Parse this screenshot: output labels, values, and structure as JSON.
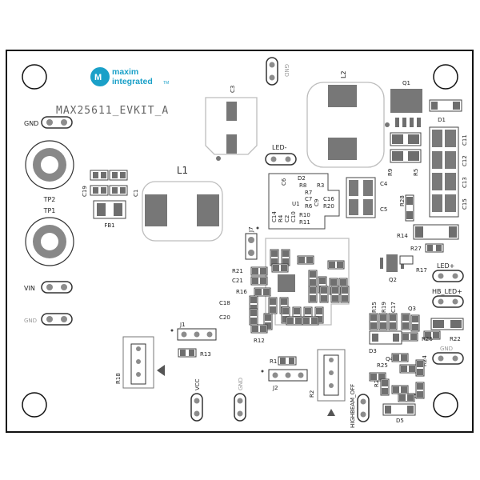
{
  "board": {
    "title": "MAX25611_EVKIT_A",
    "logo": {
      "line1": "maxim",
      "line2": "integrated",
      "tm": "TM"
    }
  },
  "labels": {
    "gnd_tp": "GND",
    "tp2": "TP2",
    "tp1": "TP1",
    "vin": "VIN",
    "gnd_bl": "GND",
    "c19": "C19",
    "c1": "C1",
    "fb1": "FB1",
    "l1": "L1",
    "c3": "C3",
    "gnd_top": "GND",
    "led_minus": "LED-",
    "l2": "L2",
    "q1": "Q1",
    "d1": "D1",
    "c11": "C11",
    "c12": "C12",
    "c13": "C13",
    "c15": "C15",
    "r9": "R9",
    "r5": "R5",
    "c4": "C4",
    "c5": "C5",
    "r28": "R28",
    "r14": "R14",
    "c6": "C6",
    "d2": "D2",
    "r8": "R8",
    "r3": "R3",
    "r7": "R7",
    "c7": "C7",
    "c16": "C16",
    "u1": "U1",
    "c9": "C9",
    "r6": "R6",
    "r20": "R20",
    "c14": "C14",
    "r4": "R4",
    "c2": "C2",
    "c10": "C10",
    "r10": "R10",
    "r11": "R11",
    "j7": "J7",
    "r21": "R21",
    "c21": "C21",
    "r16": "R16",
    "c18": "C18",
    "c20": "C20",
    "r12": "R12",
    "r27": "R27",
    "led_plus": "LED+",
    "r17": "R17",
    "q2": "Q2",
    "hb_led": "HB_LED+",
    "r15": "R15",
    "r19": "R19",
    "c17": "C17",
    "q3": "Q3",
    "r26": "R26",
    "r22": "R22",
    "d3": "D3",
    "gnd_r": "GND",
    "q4": "Q4",
    "r25": "R25",
    "r24": "R24",
    "r23": "R23",
    "q5": "Q5",
    "d5": "D5",
    "j1": "J1",
    "r13": "R13",
    "r18": "R18",
    "vcc": "VCC",
    "gnd_b": "GND",
    "r1": "R1",
    "j2": "J2",
    "r2": "R2",
    "highbeam_off": "HIGHBEAM_OFF"
  }
}
